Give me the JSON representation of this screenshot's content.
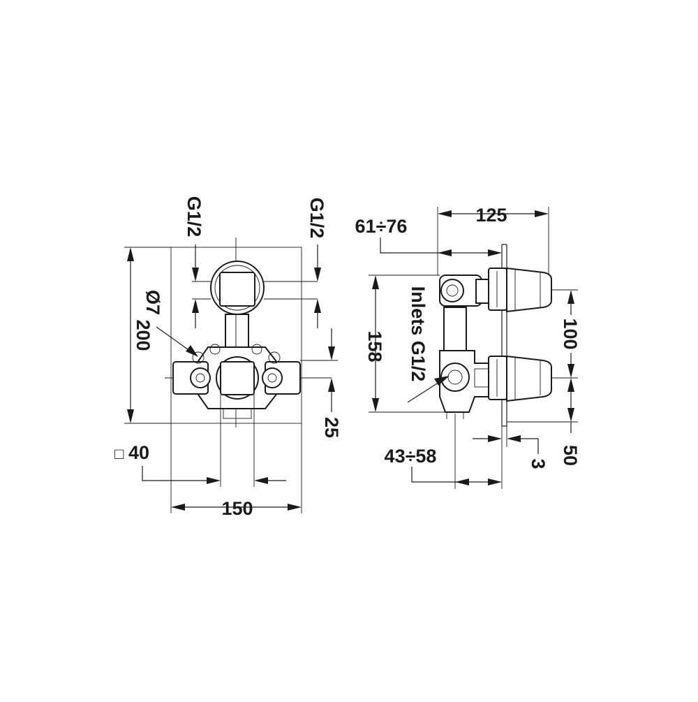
{
  "front_view": {
    "inlet_left_label": "G1/2",
    "inlet_right_label": "G1/2",
    "hole_label": "Ø7",
    "height_label": "200",
    "width_label": "150",
    "offset_label": "25",
    "square_label": "40",
    "square_symbol": "□"
  },
  "side_view": {
    "depth_label": "125",
    "range_top_label": "61÷76",
    "range_bottom_label": "43÷58",
    "height_label": "158",
    "spacing_label": "100",
    "inlets_label": "Inlets G1/2",
    "plate_label": "3",
    "depth_bottom_label": "50"
  },
  "colors": {
    "line": "#1a1a1a",
    "background": "#ffffff"
  }
}
